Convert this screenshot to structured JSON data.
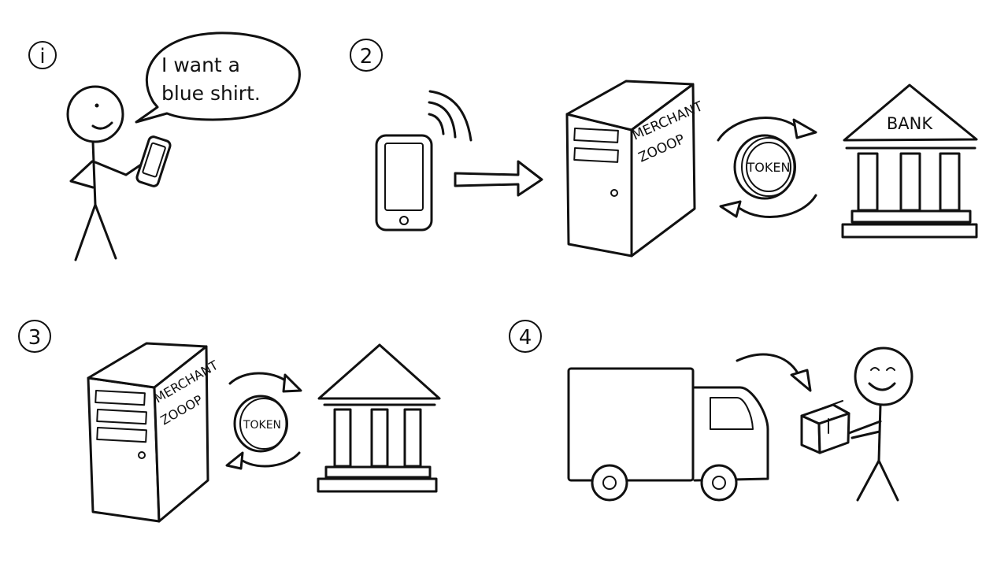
{
  "steps": [
    {
      "number": "i"
    },
    {
      "number": "2"
    },
    {
      "number": "3"
    },
    {
      "number": "4"
    }
  ],
  "speech_bubble": {
    "line1": "I want a",
    "line2": "blue shirt."
  },
  "server_label": {
    "line1": "MERCHANT",
    "line2": "ZOOOP"
  },
  "token_label": "TOKEN",
  "bank_label": "BANK"
}
